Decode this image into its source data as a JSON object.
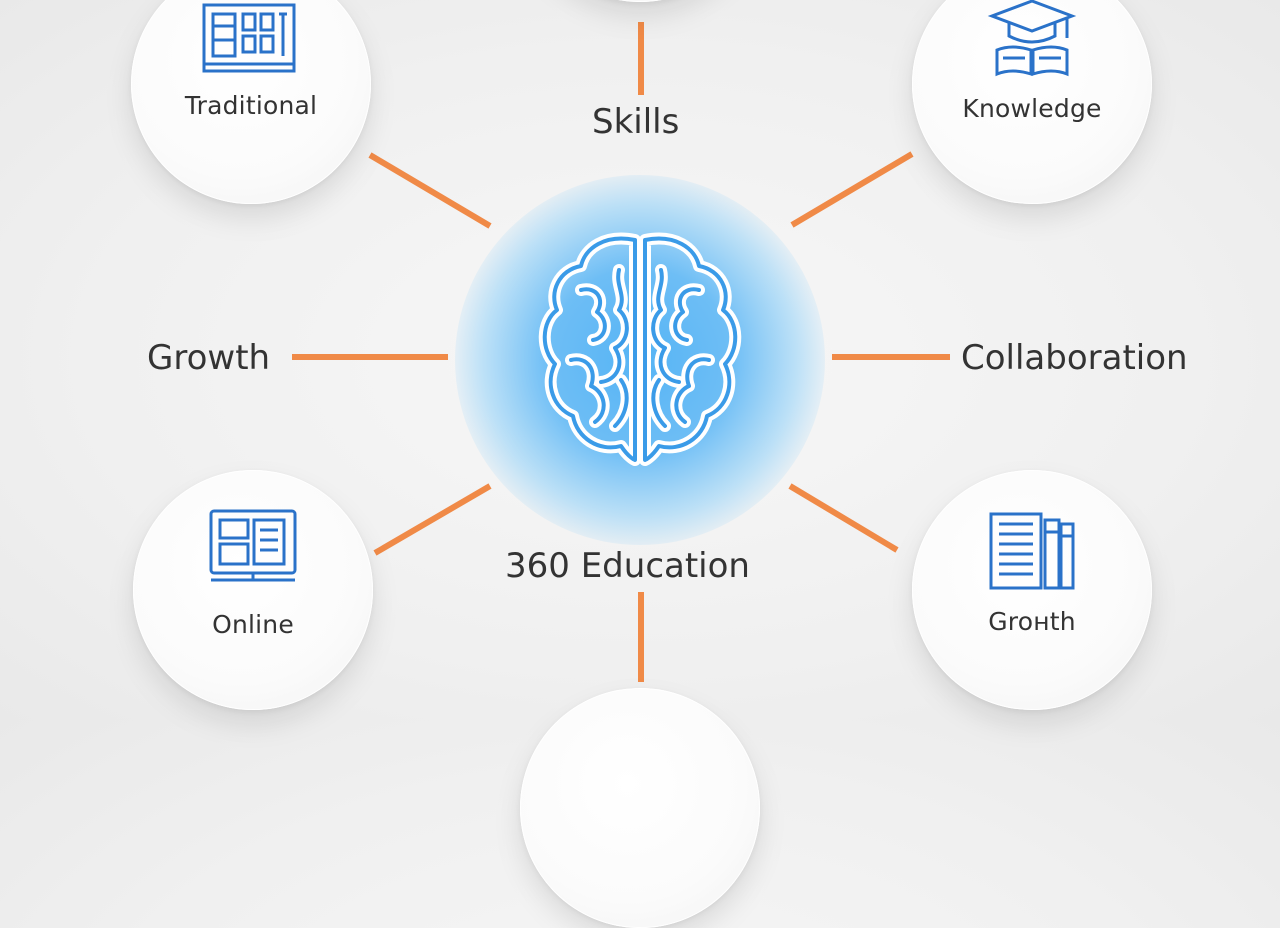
{
  "center": {
    "label": "360 Education"
  },
  "top_label": "Skills",
  "nodes": {
    "traditional": {
      "label": "Traditional",
      "icon": "blueprint-icon"
    },
    "knowledge": {
      "label": "Knowledge",
      "icon": "graduation-cap-books-icon"
    },
    "online": {
      "label": "Online",
      "icon": "computer-monitor-icon"
    },
    "growth_bottom": {
      "label": "Groнth",
      "icon": "books-icon"
    }
  },
  "side_labels": {
    "left": "Growth",
    "right": "Collaboration"
  },
  "colors": {
    "connector": "#f08a47",
    "icon": "#2a72c9",
    "glow": "#56b4f5",
    "text": "#333333"
  }
}
